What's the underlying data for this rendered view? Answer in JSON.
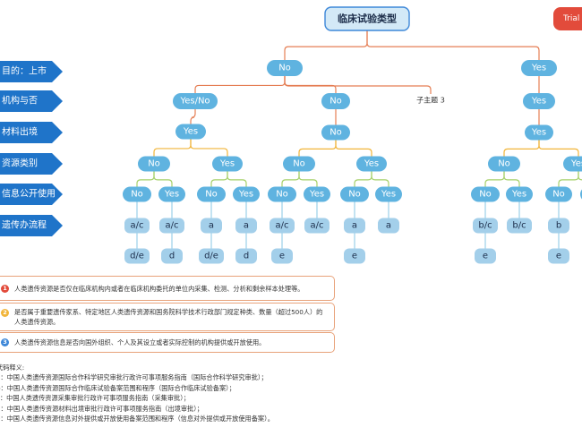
{
  "root": {
    "label": "临床试验类型"
  },
  "top_right_tag": {
    "label": "Trial"
  },
  "levels": [
    {
      "label": "目的：上市"
    },
    {
      "label": "机构与否"
    },
    {
      "label": "材料出境"
    },
    {
      "label": "资源类别"
    },
    {
      "label": "信息公开使用"
    },
    {
      "label": "遗传办流程"
    }
  ],
  "nodes": [
    {
      "label": "No",
      "shape": "round",
      "color": "#5fb3e0"
    },
    {
      "label": "Yes",
      "shape": "round",
      "color": "#5fb3e0"
    },
    {
      "label": "Yes/No",
      "shape": "round",
      "color": "#5fb3e0"
    },
    {
      "label": "No",
      "shape": "round",
      "color": "#5fb3e0"
    },
    {
      "label": "子主题 3",
      "shape": "plain"
    },
    {
      "label": "Yes",
      "shape": "round",
      "color": "#5fb3e0"
    },
    {
      "label": "Yes",
      "shape": "round",
      "color": "#5fb3e0"
    },
    {
      "label": "No",
      "shape": "round",
      "color": "#5fb3e0"
    },
    {
      "label": "Yes",
      "shape": "round",
      "color": "#5fb3e0"
    },
    {
      "label": "No",
      "shape": "round",
      "color": "#5fb3e0"
    },
    {
      "label": "Yes",
      "shape": "round",
      "color": "#5fb3e0"
    },
    {
      "label": "No",
      "shape": "round",
      "color": "#5fb3e0"
    },
    {
      "label": "Yes",
      "shape": "round",
      "color": "#5fb3e0"
    },
    {
      "label": "No",
      "shape": "round",
      "color": "#5fb3e0"
    },
    {
      "label": "Yes",
      "shape": "round",
      "color": "#5fb3e0"
    },
    {
      "label": "No",
      "shape": "round",
      "color": "#5fb3e0"
    },
    {
      "label": "Yes",
      "shape": "round",
      "color": "#5fb3e0"
    },
    {
      "label": "No",
      "shape": "round",
      "color": "#5fb3e0"
    },
    {
      "label": "Yes",
      "shape": "round",
      "color": "#5fb3e0"
    },
    {
      "label": "No",
      "shape": "round",
      "color": "#5fb3e0"
    },
    {
      "label": "Yes",
      "shape": "round",
      "color": "#5fb3e0"
    },
    {
      "label": "No",
      "shape": "round",
      "color": "#5fb3e0"
    },
    {
      "label": "Yes",
      "shape": "round",
      "color": "#5fb3e0"
    },
    {
      "label": "No",
      "shape": "round",
      "color": "#5fb3e0"
    },
    {
      "label": "Yes",
      "shape": "round",
      "color": "#5fb3e0"
    },
    {
      "label": "No",
      "shape": "round",
      "color": "#5fb3e0"
    },
    {
      "label": "Yes",
      "shape": "round",
      "color": "#5fb3e0"
    },
    {
      "label": "a/c",
      "shape": "soft",
      "color": "#a3cfea"
    },
    {
      "label": "a/c",
      "shape": "soft",
      "color": "#a3cfea"
    },
    {
      "label": "a",
      "shape": "soft",
      "color": "#a3cfea"
    },
    {
      "label": "a",
      "shape": "soft",
      "color": "#a3cfea"
    },
    {
      "label": "a/c",
      "shape": "soft",
      "color": "#a3cfea"
    },
    {
      "label": "a/c",
      "shape": "soft",
      "color": "#a3cfea"
    },
    {
      "label": "a",
      "shape": "soft",
      "color": "#a3cfea"
    },
    {
      "label": "a",
      "shape": "soft",
      "color": "#a3cfea"
    },
    {
      "label": "b/c",
      "shape": "soft",
      "color": "#a3cfea"
    },
    {
      "label": "b/c",
      "shape": "soft",
      "color": "#a3cfea"
    },
    {
      "label": "b",
      "shape": "soft",
      "color": "#a3cfea"
    },
    {
      "label": "d/e",
      "shape": "soft",
      "color": "#a3cfea"
    },
    {
      "label": "d",
      "shape": "soft",
      "color": "#a3cfea"
    },
    {
      "label": "d/e",
      "shape": "soft",
      "color": "#a3cfea"
    },
    {
      "label": "d",
      "shape": "soft",
      "color": "#a3cfea"
    },
    {
      "label": "e",
      "shape": "soft",
      "color": "#a3cfea"
    },
    {
      "label": "e",
      "shape": "soft",
      "color": "#a3cfea"
    },
    {
      "label": "e",
      "shape": "soft",
      "color": "#a3cfea"
    },
    {
      "label": "e",
      "shape": "soft",
      "color": "#a3cfea"
    }
  ],
  "notes": [
    {
      "badge": "1",
      "text": "人类遗传资源是否仅在临床机构内或者在临床机构委托的单位内采集、检测、分析和剩余样本处理等。"
    },
    {
      "badge": "2",
      "text": "是否属于重要遗传家系、特定地区人类遗传资源和国务院科学技术行政部门规定种类、数量（超过500人）的人类遗传资源。"
    },
    {
      "badge": "3",
      "text": "人类遗传资源信息是否向国外组织、个人及其设立或者实际控制的机构提供或开放使用。"
    }
  ],
  "legend": {
    "title": "代码释义:",
    "lines": [
      "a：中国人类遗传资源国际合作科学研究审批行政许可事项服务指南（国际合作科学研究审批）；",
      "b：中国人类遗传资源国际合作临床试验备案范围和程序（国际合作临床试验备案）；",
      "c：中国人类遗传资源采集审批行政许可事项服务指南（采集审批）；",
      "d：中国人类遗传资源材料出境审批行政许可事项服务指南（出境审批）；",
      "e：中国人类遗传资源信息对外提供或开放使用备案范围和程序（信息对外提供或开放使用备案）。"
    ]
  },
  "colors": {
    "root_fill": "#d3e9f7",
    "root_border": "#3d87d8",
    "level_fill": "#1f74c9",
    "node_fill": "#5fb3e0",
    "code_fill": "#a3cfea",
    "edge_top": "#e57e54",
    "edge_mid": "#f1b53a",
    "edge_low": "#a6d06a",
    "edge_bottom": "#9bd0ea",
    "tag_fill": "#e24b3b"
  }
}
